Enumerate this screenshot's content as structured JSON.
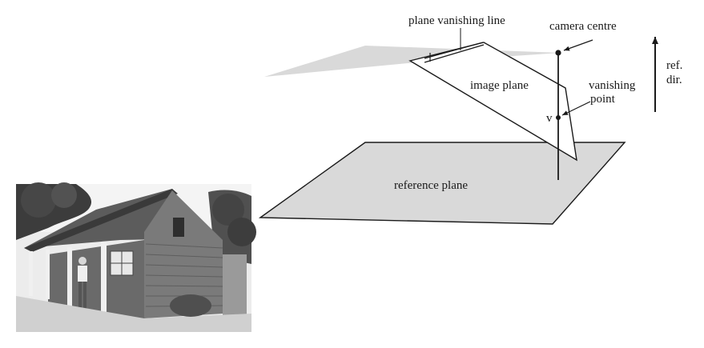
{
  "labels": {
    "plane_vanishing_line": "plane vanishing line",
    "camera_centre": "camera centre",
    "ref_dir_line1": "ref.",
    "ref_dir_line2": "dir.",
    "image_plane": "image plane",
    "vanishing_point_line1": "vanishing",
    "vanishing_point_line2": "point",
    "v": "v",
    "reference_plane": "reference plane"
  },
  "colors": {
    "plane_fill": "#d9d9d9",
    "ink": "#1a1a1a",
    "photo_sky": "#f2f2f2",
    "photo_trees": "#4a4a4a",
    "photo_wall": "#6e6e6e",
    "photo_roof": "#5a5a5a",
    "photo_ground": "#cfcfcf"
  },
  "photo": {
    "description_icon": "shed-photo"
  }
}
